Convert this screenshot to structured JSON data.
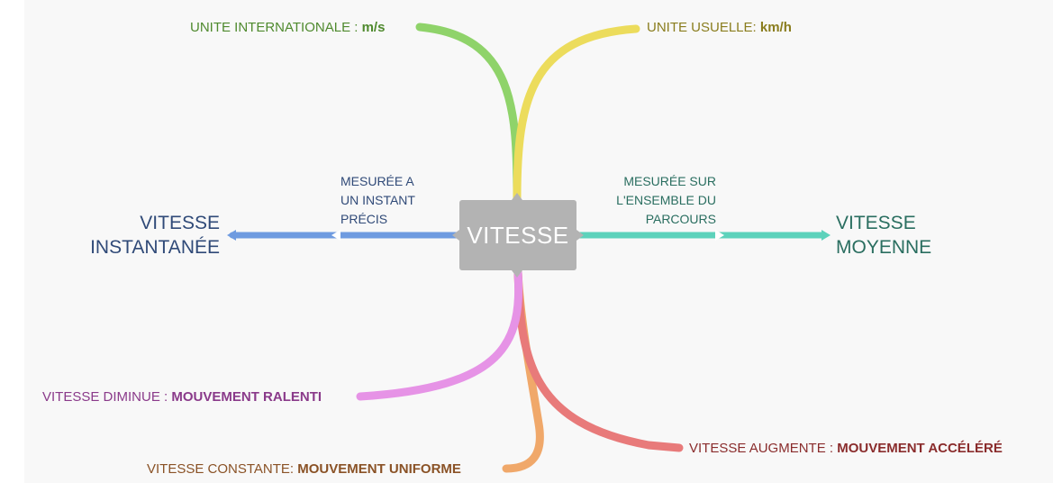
{
  "center": {
    "label": "VITESSE"
  },
  "left": {
    "title_line1": "VITESSE",
    "title_line2": "INSTANTANÉE",
    "desc_line1": "MESURÉE A",
    "desc_line2": "UN INSTANT",
    "desc_line3": "PRÉCIS",
    "color": "#6f9be0",
    "text_color": "#304a78"
  },
  "right": {
    "title_line1": "VITESSE",
    "title_line2": "MOYENNE",
    "desc_line1": "MESURÉE SUR",
    "desc_line2": "L'ENSEMBLE DU",
    "desc_line3": "PARCOURS",
    "color": "#5dd2bb",
    "text_color": "#2a6e60"
  },
  "top_left": {
    "prefix": "UNITE INTERNATIONALE : ",
    "bold": "m/s",
    "color": "#8fd36a",
    "text_color": "#4f8a2e"
  },
  "top_right": {
    "prefix": "UNITE USUELLE: ",
    "bold": "km/h",
    "color": "#ecdc5c",
    "text_color": "#8a7d1e"
  },
  "bottom_left": {
    "prefix": "VITESSE DIMINUE : ",
    "bold": "MOUVEMENT RALENTI",
    "color": "#e693e6",
    "text_color": "#8a3a8a"
  },
  "bottom_center": {
    "prefix": "VITESSE CONSTANTE: ",
    "bold": "MOUVEMENT UNIFORME",
    "color": "#f0a86a",
    "text_color": "#8a5226"
  },
  "bottom_right": {
    "prefix": "VITESSE AUGMENTE : ",
    "bold": "MOUVEMENT ACCÉLÉRÉ",
    "color": "#e87a7a",
    "text_color": "#8a2c2c"
  }
}
